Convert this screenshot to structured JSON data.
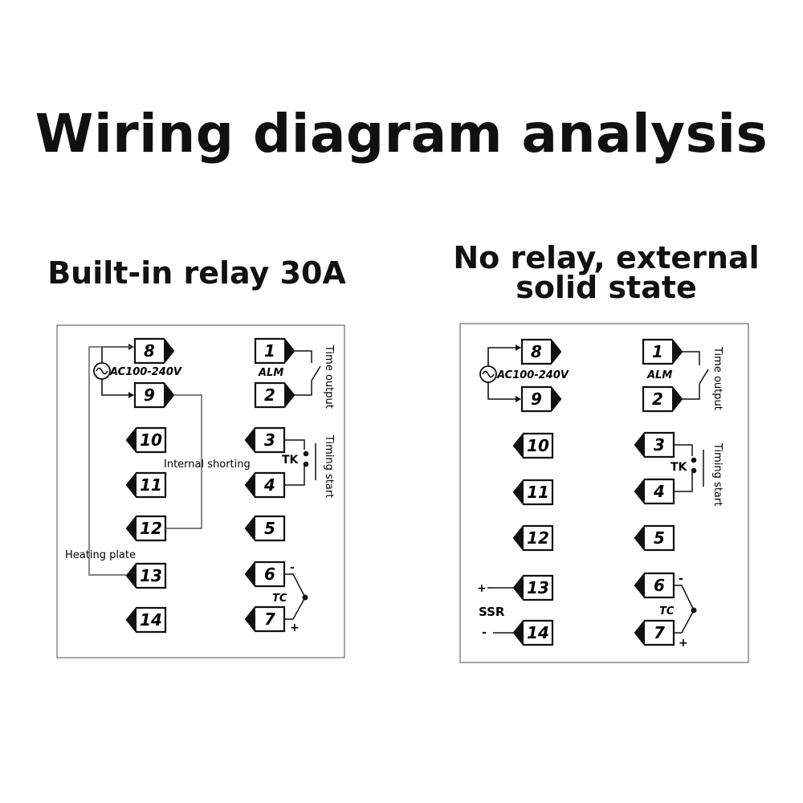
{
  "title": "Wiring diagram analysis",
  "left": {
    "subtitle": "Built-in relay 30A",
    "power": "AC100-240V",
    "alm": "ALM",
    "tk": "TK",
    "tc": "TC",
    "time_output": "Time output",
    "timing_start": "Timing start",
    "internal_shorting": "Internal shorting",
    "heating_plate": "Heating plate",
    "minus": "-",
    "plus": "+",
    "terminals": [
      "8",
      "9",
      "10",
      "11",
      "12",
      "13",
      "14",
      "1",
      "2",
      "3",
      "4",
      "5",
      "6",
      "7"
    ]
  },
  "right": {
    "subtitle_line1": "No relay, external",
    "subtitle_line2": "solid state",
    "power": "AC100-240V",
    "alm": "ALM",
    "tk": "TK",
    "tc": "TC",
    "ssr": "SSR",
    "time_output": "Time output",
    "timing_start": "Timing start",
    "ssr_plus": "+",
    "ssr_minus": "-",
    "minus": "-",
    "plus": "+",
    "terminals": [
      "8",
      "9",
      "10",
      "11",
      "12",
      "13",
      "14",
      "1",
      "2",
      "3",
      "4",
      "5",
      "6",
      "7"
    ]
  }
}
